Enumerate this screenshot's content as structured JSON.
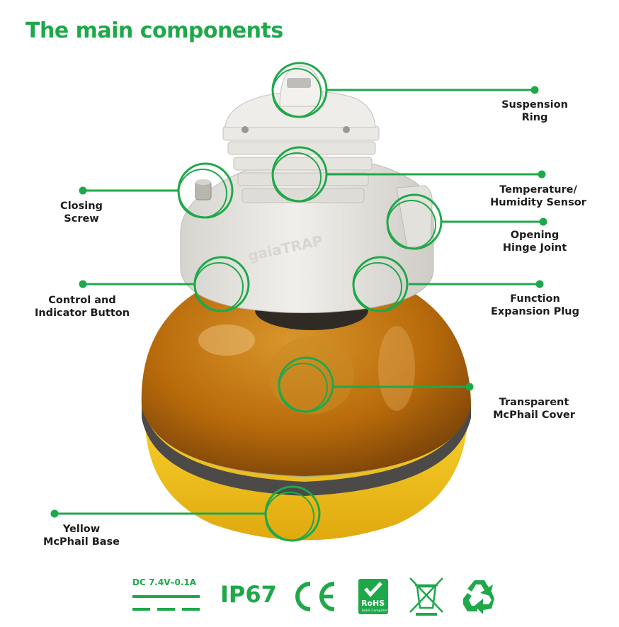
{
  "title": "The main components",
  "colors": {
    "accent": "#1fa84a",
    "cover": "#c57d12",
    "base": "#f2c21b",
    "housing": "#e7e5e1"
  },
  "labels": {
    "suspension_ring": "Suspension\nRing",
    "temp_humidity": "Temperature/\nHumidity Sensor",
    "opening_hinge": "Opening\nHinge Joint",
    "function_plug": "Function\nExpansion Plug",
    "mcphail_cover": "Transparent\nMcPhail Cover",
    "closing_screw": "Closing\nScrew",
    "control_button": "Control and\nIndicator Button",
    "yellow_base": "Yellow\nMcPhail Base"
  },
  "device_brand": "gaiaTRAP",
  "certifications": {
    "dc_rating": "DC 7.4V–0.1A",
    "ip_rating": "IP67",
    "ce": "CE",
    "rohs": "RoHS",
    "rohs_sub": "RoHS Compliant",
    "icons": [
      "dc-symbol-icon",
      "ce-mark-icon",
      "rohs-icon",
      "weee-bin-icon",
      "recycle-icon"
    ]
  }
}
